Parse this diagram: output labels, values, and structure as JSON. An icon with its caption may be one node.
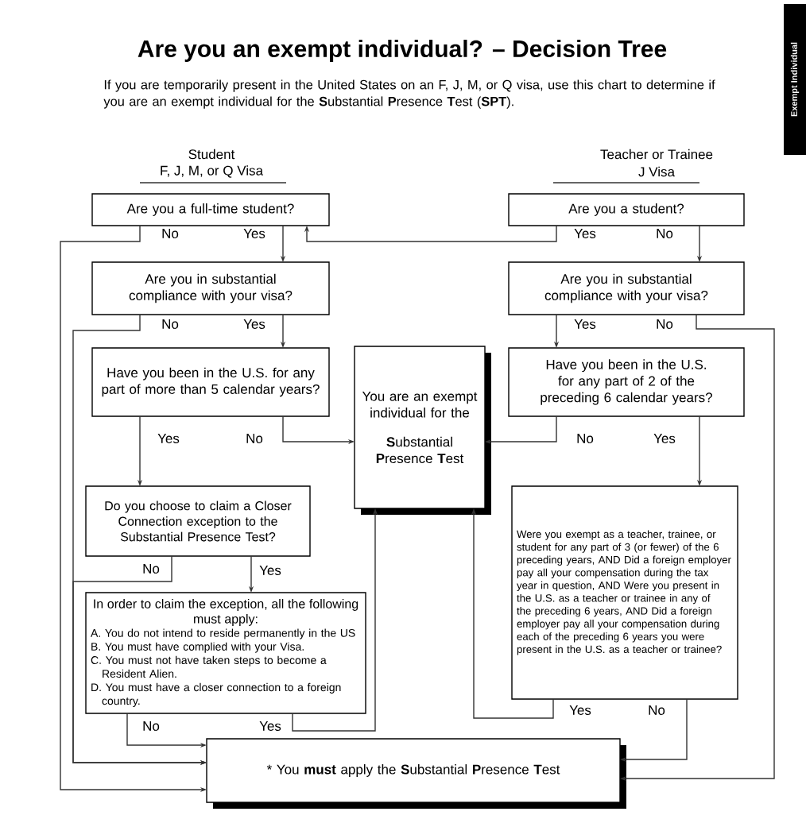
{
  "diagram": {
    "title": "Are you an exempt individual? – Decision Tree",
    "nodes": [
      {
        "text": [
          "Are you a full-time student?"
        ]
      },
      {
        "text": [
          "Are you in substantial compliance with your visa?"
        ]
      },
      {
        "text": [
          "Have you been in the U.S. for any part of more than 5 calendar years?"
        ]
      },
      {
        "text": [
          "You are an exempt individual for the",
          "**S**ubstantial **P**resence **T**est"
        ]
      },
      {
        "text": [
          "Do you choose to claim a Closer Connection exception to the Substantial Presence Test?"
        ]
      },
      {
        "text": [
          "In order to claim the exception, all the following must apply:",
          "A. You do not intend to reside permanently in the US",
          "B. You must have complied with your Visa.",
          "C. You must not have taken steps to become a Resident Alien.",
          "D. You must have a closer connection to a foreign country."
        ]
      },
      {
        "text": [
          "* You **must** apply the **S**ubstantial **P**resence **T**est"
        ]
      },
      {
        "text": [
          "Are you a student?"
        ]
      },
      {
        "text": [
          "Are you in substantial compliance with your visa?"
        ]
      },
      {
        "text": [
          "Have you been in the U.S. for any part of 2 of the preceding 6 calendar years?"
        ]
      },
      {
        "text": [
          "Were you exempt as a teacher, trainee, or student for any part of 3 (or fewer) of the 6 preceding years, AND Did a foreign employer pay all your compensation during the tax year in question, AND Were you present in the U.S. as a teacher or trainee in any of the preceding 6 years, AND Did a foreign employer pay all your compensation during each of the preceding 6 years you were present in the U.S. as a teacher or trainee?"
        ]
      }
    ],
    "edges": [
      {
        "from": 0,
        "to": 6,
        "arrow": "to",
        "label": "No"
      },
      {
        "from": 0,
        "to": 1,
        "arrow": "to",
        "label": "Yes"
      },
      {
        "from": 1,
        "to": 6,
        "arrow": "to",
        "label": "No"
      },
      {
        "from": 1,
        "to": 2,
        "arrow": "to",
        "label": "Yes"
      },
      {
        "from": 2,
        "to": 4,
        "arrow": "to",
        "label": "Yes"
      },
      {
        "from": 2,
        "to": 3,
        "arrow": "to",
        "label": "No"
      },
      {
        "from": 4,
        "to": 6,
        "arrow": "to",
        "label": "No"
      },
      {
        "from": 4,
        "to": 5,
        "arrow": "to",
        "label": "Yes"
      },
      {
        "from": 5,
        "to": 6,
        "arrow": "to",
        "label": "No"
      },
      {
        "from": 5,
        "to": 3,
        "arrow": "to",
        "label": "Yes"
      },
      {
        "from": 7,
        "to": 0,
        "arrow": "to",
        "label": "Yes"
      },
      {
        "from": 7,
        "to": 8,
        "arrow": "to",
        "label": "No"
      },
      {
        "from": 8,
        "to": 9,
        "arrow": "to",
        "label": "Yes"
      },
      {
        "from": 8,
        "to": 6,
        "arrow": "to",
        "label": "No"
      },
      {
        "from": 9,
        "to": 3,
        "arrow": "to",
        "label": "No"
      },
      {
        "from": 9,
        "to": 10,
        "arrow": "to",
        "label": "Yes"
      },
      {
        "from": 10,
        "to": 3,
        "arrow": "to",
        "label": "Yes"
      },
      {
        "from": 10,
        "to": 6,
        "arrow": "to",
        "label": "No"
      }
    ],
    "labels": [
      "Exempt Individual",
      "If you are temporarily present in the United States on an F, J, M, or Q visa, use this chart to determine if you are an exempt individual for the **S**ubstantial **P**resence **T**est (**SPT**).",
      "Student",
      "F, J, M, or Q Visa",
      "Teacher or Trainee",
      "J Visa"
    ]
  }
}
